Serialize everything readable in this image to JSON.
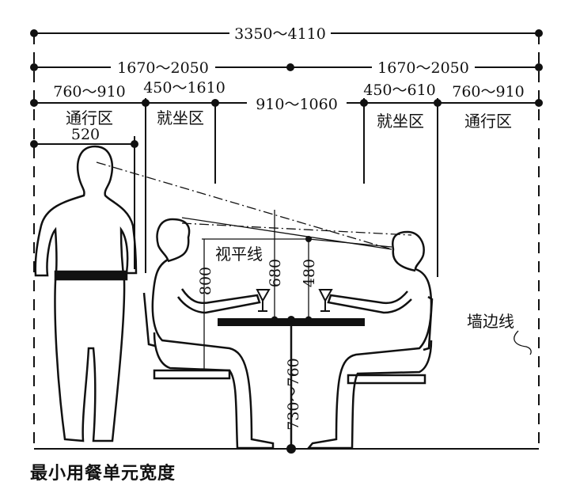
{
  "dimensions": {
    "total_width": "3350～4110",
    "half_left": "1670～2050",
    "half_right": "1670～2050",
    "left_walkway": "760～910",
    "left_seating": "450～1610",
    "table_zone": "910～1060",
    "right_seating": "450～610",
    "right_walkway": "760～910",
    "shoulder_width": "520",
    "seated_eye_height": "800",
    "glass_eye_gap": "680",
    "eye_above_table": "480",
    "table_height": "730～760"
  },
  "labels": {
    "walkway_left": "通行区",
    "seating_left": "就坐区",
    "seating_right": "就坐区",
    "walkway_right": "通行区",
    "sight_line": "视平线",
    "wall_line": "墙边线"
  },
  "caption": "最小用餐单元宽度"
}
